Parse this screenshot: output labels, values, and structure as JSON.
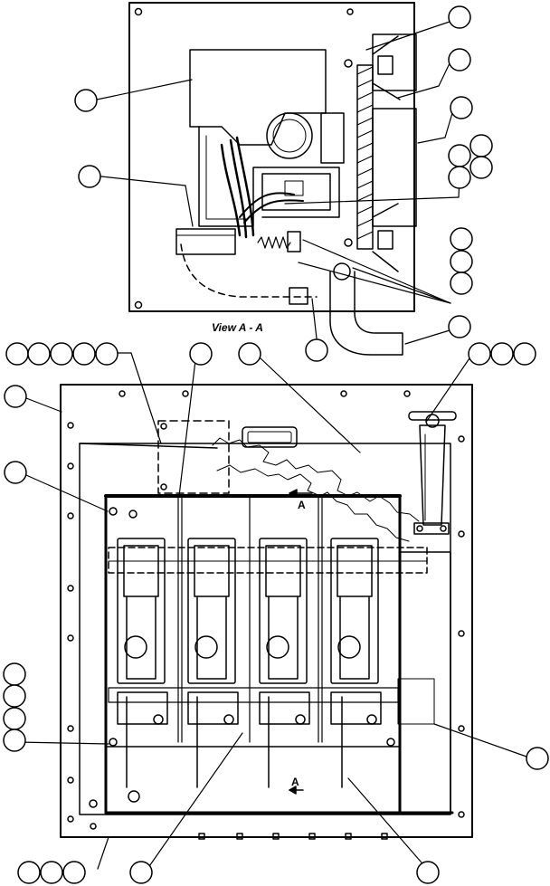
{
  "view_title": "View A - A",
  "section_marker_top": "A",
  "section_marker_bottom": "A"
}
